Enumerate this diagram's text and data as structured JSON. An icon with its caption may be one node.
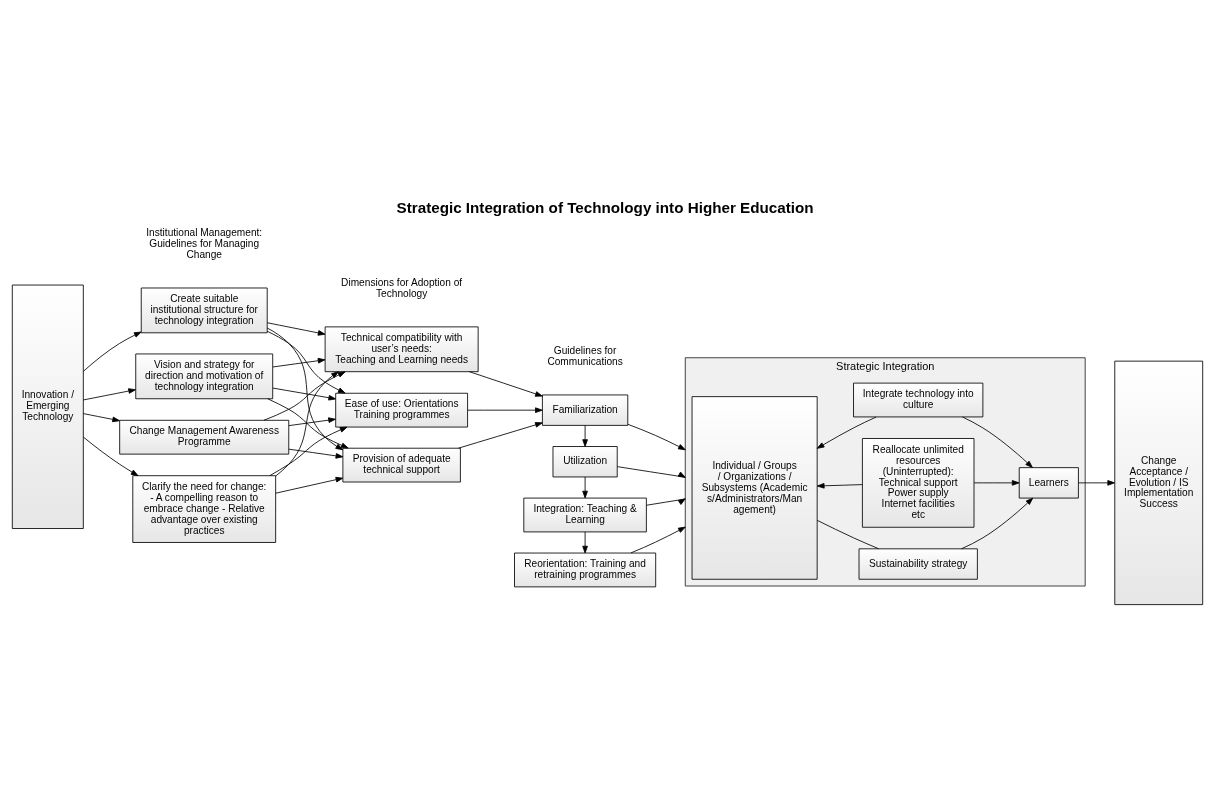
{
  "diagram": {
    "title": "Strategic Integration of Technology into Higher Education",
    "nodes": [
      {
        "text": [
          "Innovation / Emerging Technology"
        ]
      },
      {
        "text": [
          "Change Management Awareness Programme"
        ]
      },
      {
        "text": [
          "Clarify the need for change: - A compelling reason to embrace change - Relative advantage over existing practices"
        ]
      },
      {
        "text": [
          "Create suitable institutional structure for technology integration"
        ]
      },
      {
        "text": [
          "Vision and strategy for direction and motivation of technology integration"
        ]
      },
      {
        "text": [
          "Technical compatibility with user’s needs:",
          "Teaching and Learning needs"
        ]
      },
      {
        "text": [
          "Ease of use: Orientations Training programmes"
        ]
      },
      {
        "text": [
          "Provision of adequate technical support"
        ]
      },
      {
        "text": [
          "Familiarization"
        ]
      },
      {
        "text": [
          "Utilization"
        ]
      },
      {
        "text": [
          "Integration: Teaching & Learning"
        ]
      },
      {
        "text": [
          "Reorientation: Training and retraining programmes"
        ]
      },
      {
        "text": [
          "Strategic Integration"
        ]
      },
      {
        "text": [
          "Individual / Groups / Organizations / Subsystems (Academics/Administrators/Management)"
        ],
        "in": 12
      },
      {
        "text": [
          "Reallocate unlimited resources (Uninterrupted): Technical support Power supply Internet facilities etc"
        ],
        "in": 12
      },
      {
        "text": [
          "Sustainability strategy"
        ],
        "in": 12
      },
      {
        "text": [
          "Learners"
        ],
        "in": 12
      },
      {
        "text": [
          "Integrate technology into culture"
        ],
        "in": 12
      },
      {
        "text": [
          "Change Acceptance / Evolution / IS Implementation Success"
        ]
      }
    ],
    "edges": [
      {
        "from": 0,
        "to": 1,
        "arrow": "to"
      },
      {
        "from": 0,
        "to": 2,
        "arrow": "to"
      },
      {
        "from": 0,
        "to": 3,
        "arrow": "to"
      },
      {
        "from": 0,
        "to": 4,
        "arrow": "to"
      },
      {
        "from": 1,
        "to": 5,
        "arrow": "to"
      },
      {
        "from": 1,
        "to": 6,
        "arrow": "to"
      },
      {
        "from": 1,
        "to": 7,
        "arrow": "to"
      },
      {
        "from": 2,
        "to": 5,
        "arrow": "to"
      },
      {
        "from": 2,
        "to": 6,
        "arrow": "to"
      },
      {
        "from": 2,
        "to": 7,
        "arrow": "to"
      },
      {
        "from": 3,
        "to": 5,
        "arrow": "to"
      },
      {
        "from": 3,
        "to": 6,
        "arrow": "to"
      },
      {
        "from": 3,
        "to": 7,
        "arrow": "to"
      },
      {
        "from": 4,
        "to": 5,
        "arrow": "to"
      },
      {
        "from": 4,
        "to": 6,
        "arrow": "to"
      },
      {
        "from": 4,
        "to": 7,
        "arrow": "to"
      },
      {
        "from": 5,
        "to": 8,
        "arrow": "to"
      },
      {
        "from": 6,
        "to": 8,
        "arrow": "to"
      },
      {
        "from": 7,
        "to": 8,
        "arrow": "to"
      },
      {
        "from": 8,
        "to": 9,
        "arrow": "to"
      },
      {
        "from": 9,
        "to": 10,
        "arrow": "to"
      },
      {
        "from": 10,
        "to": 11,
        "arrow": "to"
      },
      {
        "from": 8,
        "to": 12,
        "arrow": "to"
      },
      {
        "from": 9,
        "to": 12,
        "arrow": "to"
      },
      {
        "from": 10,
        "to": 12,
        "arrow": "to"
      },
      {
        "from": 11,
        "to": 12,
        "arrow": "to"
      },
      {
        "from": 14,
        "to": 13,
        "arrow": "to"
      },
      {
        "from": 14,
        "to": 16,
        "arrow": "to"
      },
      {
        "from": 13,
        "to": 15,
        "arrow": "none"
      },
      {
        "from": 15,
        "to": 16,
        "arrow": "to"
      },
      {
        "from": 17,
        "to": 13,
        "arrow": "to"
      },
      {
        "from": 17,
        "to": 16,
        "arrow": "to"
      },
      {
        "from": 16,
        "to": 18,
        "arrow": "to"
      }
    ],
    "labels": [
      "Institutional Management: Guidelines for Managing Change",
      "Dimensions for Adoption of Technology",
      "Guidelines for Communications"
    ]
  }
}
